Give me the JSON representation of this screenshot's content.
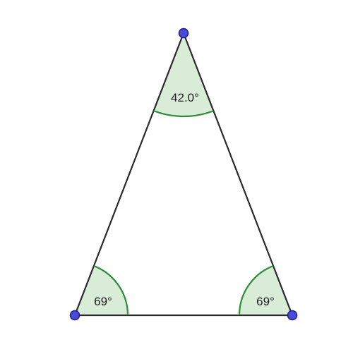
{
  "diagram": {
    "type": "isosceles-triangle-angles",
    "colors": {
      "background": "#ffffff",
      "triangle_edge": "#2b2b2b",
      "angle_fill": "#d8ecd8",
      "angle_arc": "#2e8b3a",
      "vertex_point": "#4a4ad8",
      "vertex_outline": "#1e1e8a",
      "label_text": "#1f1f1f"
    },
    "angles": {
      "apex": {
        "label": "42.0°",
        "degrees": 42.0
      },
      "bottom_left": {
        "label": "69°",
        "degrees": 69
      },
      "bottom_right": {
        "label": "69°",
        "degrees": 69
      }
    }
  }
}
